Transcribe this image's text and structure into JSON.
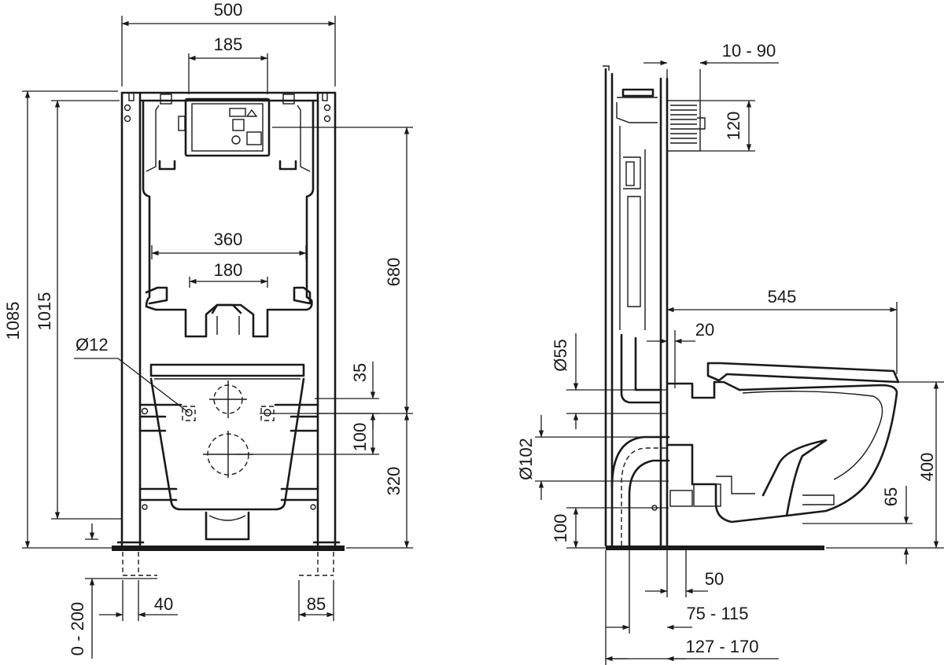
{
  "front": {
    "dims": {
      "frame_width": "500",
      "plate_width": "185",
      "fixing_outer": "360",
      "fixing_inner": "180",
      "hole_diameter": "Ø12",
      "frame_height_total": "1085",
      "frame_height": "1015",
      "button_height": "680",
      "d35": "35",
      "d100": "100",
      "d320": "320",
      "floor_adjust": "0 - 200",
      "foot_left": "40",
      "foot_right": "85"
    }
  },
  "side": {
    "dims": {
      "wall_depth": "10 - 90",
      "plate_height": "120",
      "bowl_projection": "545",
      "offset": "20",
      "inlet_diameter": "Ø55",
      "outlet_diameter": "Ø102",
      "outlet_height": "100",
      "seat_height": "400",
      "d65": "65",
      "d50": "50",
      "range_75_115": "75 - 115",
      "range_127_170": "127 - 170"
    }
  }
}
